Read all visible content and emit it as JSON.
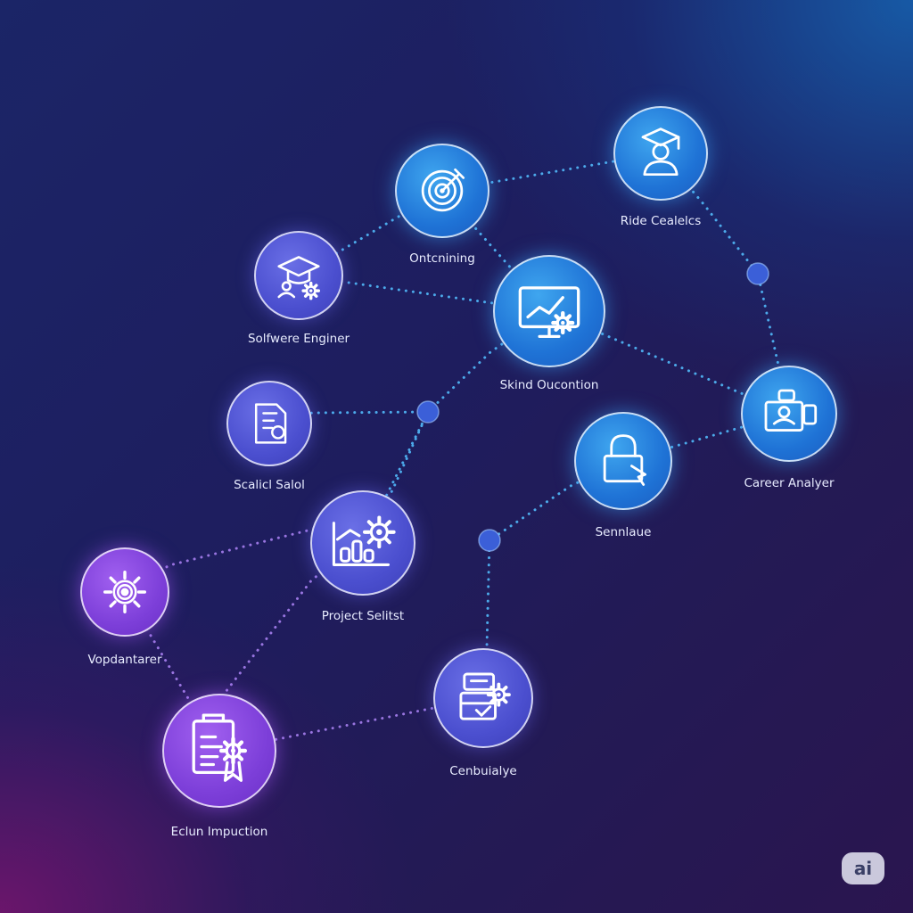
{
  "nodes": [
    {
      "id": "onboarding",
      "label": "Ontcnining",
      "icon": "target-wrench-icon",
      "color": "blue"
    },
    {
      "id": "ride-cealeles",
      "label": "Ride Cealelcs",
      "icon": "graduate-icon",
      "color": "blue"
    },
    {
      "id": "software-engineer",
      "label": "Solfwere Enginer",
      "icon": "graduation-cap-gear-icon",
      "color": "indigo"
    },
    {
      "id": "skind-oucontion",
      "label": "Skind Oucontion",
      "icon": "monitor-chart-icon",
      "color": "blue"
    },
    {
      "id": "career-analyer",
      "label": "Career Analyer",
      "icon": "id-card-icon",
      "color": "blue"
    },
    {
      "id": "scalicl-salol",
      "label": "Scalicl Salol",
      "icon": "tag-document-icon",
      "color": "indigo"
    },
    {
      "id": "sennlaue",
      "label": "Sennlaue",
      "icon": "lock-cursor-icon",
      "color": "blue"
    },
    {
      "id": "project-selitst",
      "label": "Project Selitst",
      "icon": "chart-gear-dollar-icon",
      "color": "indigo"
    },
    {
      "id": "vopdanterer",
      "label": "Vopdantarer",
      "icon": "gear-target-icon",
      "color": "violet"
    },
    {
      "id": "cenbuialye",
      "label": "Cenbuialye",
      "icon": "folder-gear-icon",
      "color": "indigo"
    },
    {
      "id": "eclun-lmpuction",
      "label": "Eclun Impuction",
      "icon": "certificate-icon",
      "color": "violet"
    }
  ],
  "edges": [
    [
      "onboarding",
      "software-engineer"
    ],
    [
      "onboarding",
      "ride-cealeles"
    ],
    [
      "onboarding",
      "skind-oucontion"
    ],
    [
      "ride-cealeles",
      "career-analyer"
    ],
    [
      "software-engineer",
      "skind-oucontion"
    ],
    [
      "skind-oucontion",
      "career-analyer"
    ],
    [
      "skind-oucontion",
      "project-selitst"
    ],
    [
      "scalicl-salol",
      "project-selitst"
    ],
    [
      "sennlaue",
      "career-analyer"
    ],
    [
      "sennlaue",
      "cenbuialye"
    ],
    [
      "project-selitst",
      "vopdanterer"
    ],
    [
      "project-selitst",
      "eclun-lmpuction"
    ],
    [
      "vopdanterer",
      "eclun-lmpuction"
    ],
    [
      "eclun-lmpuction",
      "cenbuialye"
    ]
  ],
  "badge": {
    "text": "ai"
  },
  "colors": {
    "edge": "#4fb2f2",
    "edge_violet": "#a07ae8",
    "hub": "#3b5fd8"
  }
}
